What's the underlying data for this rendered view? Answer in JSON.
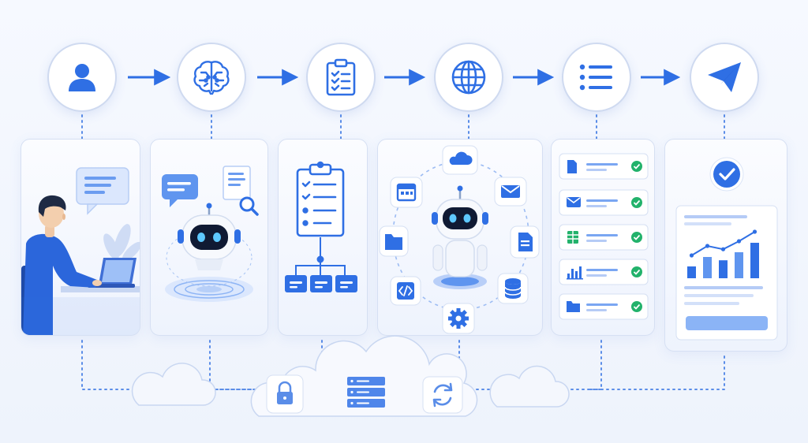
{
  "steps": [
    {
      "id": "user",
      "icon": "user-icon"
    },
    {
      "id": "ai-brain",
      "icon": "brain-icon"
    },
    {
      "id": "plan",
      "icon": "clipboard-checklist-icon"
    },
    {
      "id": "web",
      "icon": "globe-icon"
    },
    {
      "id": "results",
      "icon": "list-icon"
    },
    {
      "id": "deliver",
      "icon": "paper-plane-icon"
    }
  ],
  "colors": {
    "primary": "#2f6fe4",
    "primary_light": "#dbe7fd",
    "accent_green": "#22b26b",
    "border": "#cfdaf0",
    "dots": "#5a8de8"
  },
  "tool_icons": [
    "cloud-icon",
    "email-icon",
    "document-icon",
    "database-icon",
    "gear-icon",
    "code-icon",
    "folder-icon",
    "calendar-icon"
  ],
  "result_items": [
    {
      "icon": "document-icon",
      "status": "check-icon"
    },
    {
      "icon": "email-icon",
      "status": "check-icon"
    },
    {
      "icon": "spreadsheet-icon",
      "status": "check-icon"
    },
    {
      "icon": "bar-chart-icon",
      "status": "check-icon"
    },
    {
      "icon": "folder-icon",
      "status": "check-icon"
    }
  ],
  "report_chart": {
    "bars": [
      0.25,
      0.45,
      0.38,
      0.55,
      0.75
    ]
  },
  "bottom_icons": [
    "cloud-icon",
    "lock-icon",
    "server-icon",
    "sync-icon",
    "cloud-icon"
  ]
}
